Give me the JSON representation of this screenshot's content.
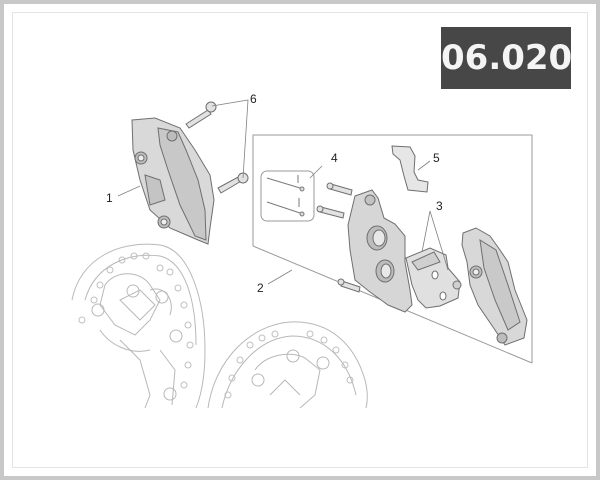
{
  "badge": {
    "text": "06.020",
    "background": "#474747",
    "color": "#f4f4f4"
  },
  "diagram": {
    "type": "exploded-parts-view",
    "subject": "front brake caliper assembly with brake discs",
    "group_box": {
      "contains_items": [
        "2",
        "3",
        "4",
        "5"
      ]
    },
    "callouts": [
      {
        "id": "1",
        "label": "1",
        "part": "brake-caliper"
      },
      {
        "id": "2",
        "label": "2",
        "part": "caliper-assembly-group"
      },
      {
        "id": "3",
        "label": "3",
        "part": "brake-pads"
      },
      {
        "id": "4",
        "label": "4",
        "part": "pad-pins-kit"
      },
      {
        "id": "5",
        "label": "5",
        "part": "pad-spring-clip"
      },
      {
        "id": "6",
        "label": "6",
        "part": "mounting-screws"
      }
    ]
  },
  "colors": {
    "frame": "#c8c8c8",
    "line": "#8a8a8a",
    "part_fill": "#dcdcdc",
    "disc_line": "#b8b8b8"
  }
}
